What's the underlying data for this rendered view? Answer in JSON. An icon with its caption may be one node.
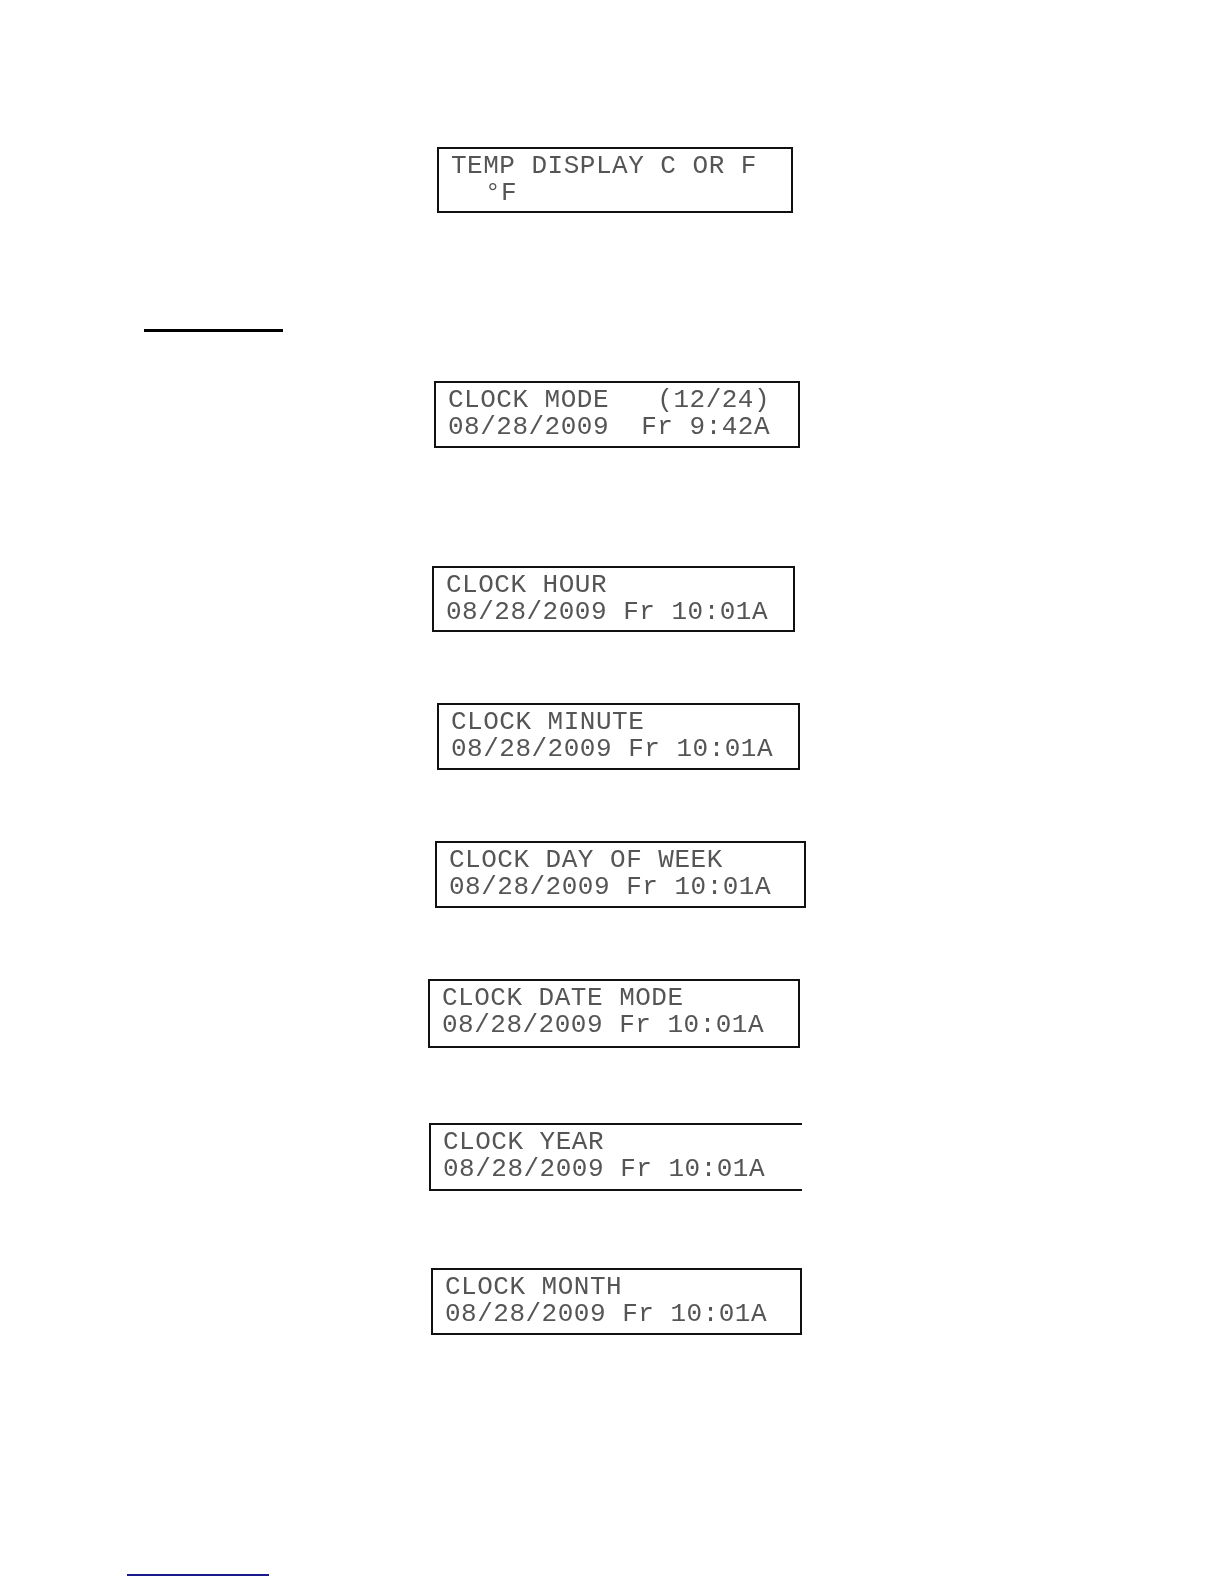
{
  "diagram": {
    "nodes": [
      {
        "text": [
          "TEMP DISPLAY C OR F",
          "°F"
        ]
      },
      {
        "text": [
          "CLOCK MODE   (12/24)",
          "08/28/2009  Fr 9:42A"
        ]
      },
      {
        "text": [
          "CLOCK HOUR",
          "08/28/2009 Fr 10:01A"
        ]
      },
      {
        "text": [
          "CLOCK MINUTE",
          "08/28/2009 Fr 10:01A"
        ]
      },
      {
        "text": [
          "CLOCK DAY OF WEEK",
          "08/28/2009 Fr 10:01A"
        ]
      },
      {
        "text": [
          "CLOCK DATE MODE",
          "08/28/2009 Fr 10:01A"
        ]
      },
      {
        "text": [
          "CLOCK YEAR",
          "08/28/2009 Fr 10:01A"
        ]
      },
      {
        "text": [
          "CLOCK MONTH",
          "08/28/2009 Fr 10:01A"
        ]
      }
    ]
  }
}
